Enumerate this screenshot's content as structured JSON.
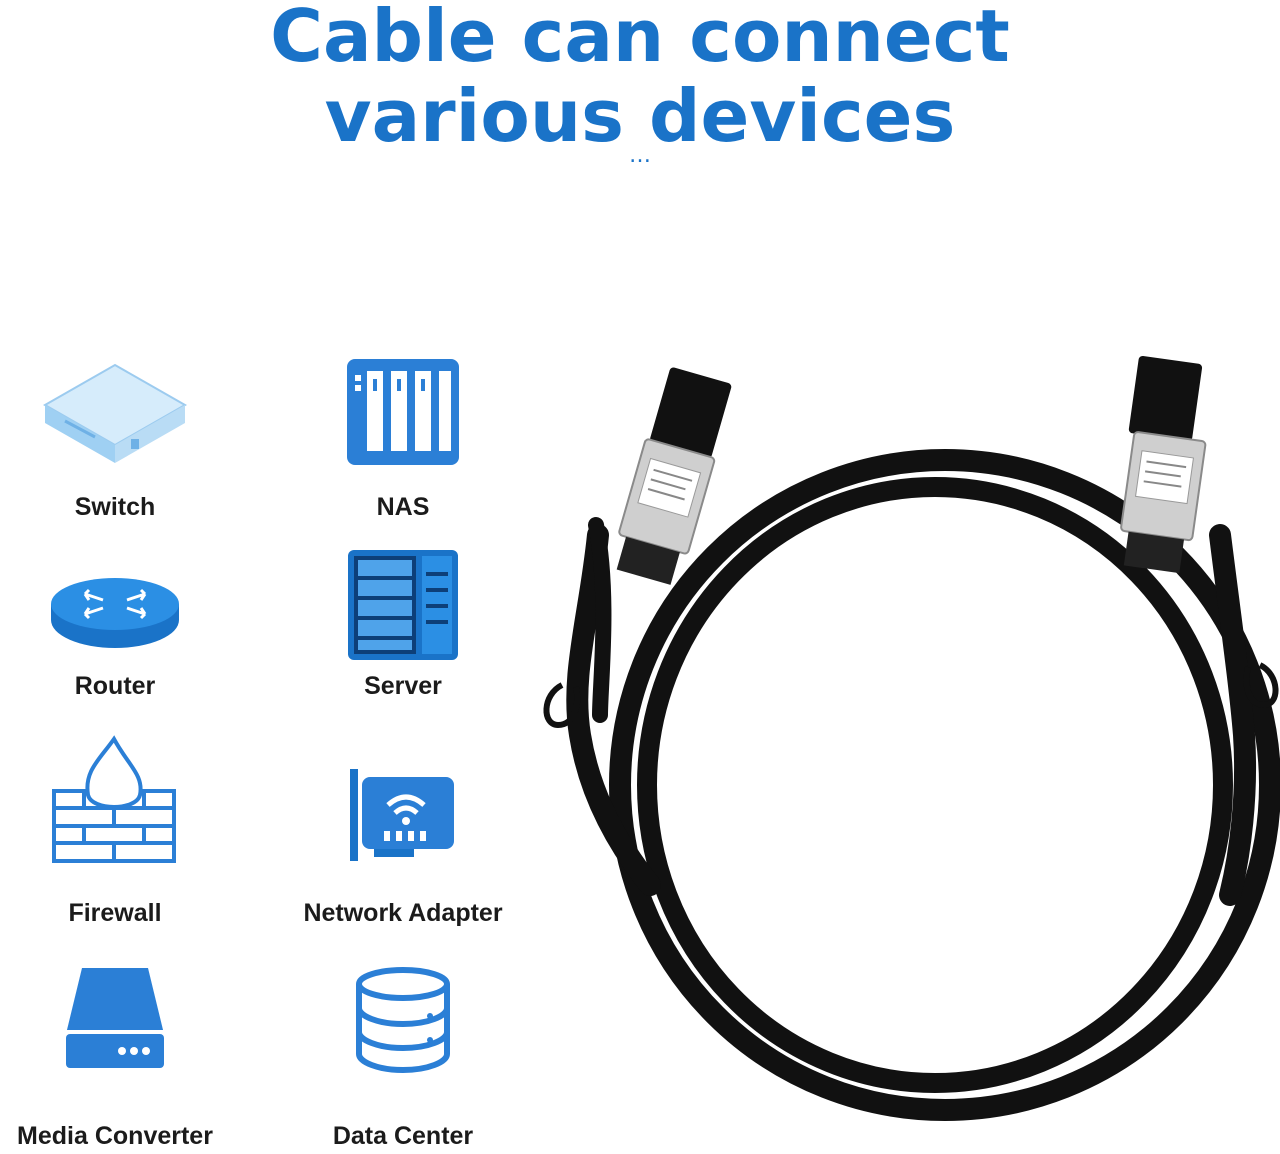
{
  "title": {
    "line1": "Cable can connect",
    "line2": "various devices",
    "ellipsis": "…"
  },
  "colors": {
    "brand_blue": "#1a73c8",
    "icon_blue": "#2b7fd6",
    "icon_dark_blue": "#1565c0",
    "icon_light_blue": "#b9dcf5",
    "label_text": "#1b1b1b",
    "cable_black": "#111111",
    "connector_silver": "#c9c9c9"
  },
  "devices": [
    {
      "label": "Switch",
      "icon": "switch-icon"
    },
    {
      "label": "NAS",
      "icon": "nas-icon"
    },
    {
      "label": "Router",
      "icon": "router-icon"
    },
    {
      "label": "Server",
      "icon": "server-icon"
    },
    {
      "label": "Firewall",
      "icon": "firewall-icon"
    },
    {
      "label": "Network Adapter",
      "icon": "network-adapter-icon"
    },
    {
      "label": "Media Converter",
      "icon": "media-converter-icon"
    },
    {
      "label": "Data Center",
      "icon": "data-center-icon"
    }
  ],
  "product": {
    "image": "dac-cable-image"
  }
}
